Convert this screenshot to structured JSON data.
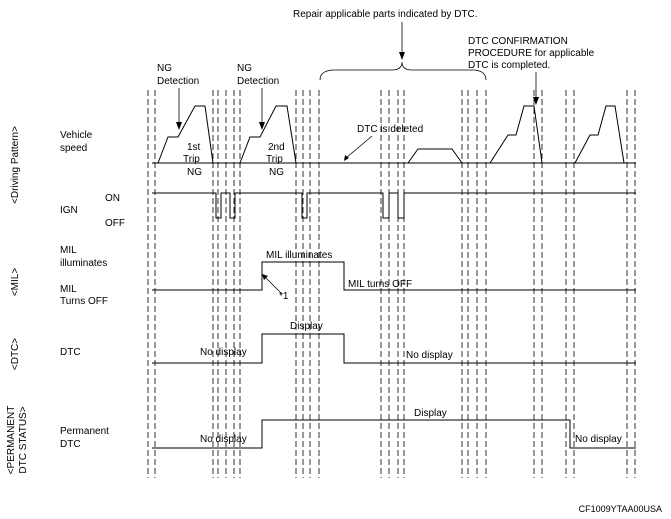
{
  "annotations": {
    "repair": "Repair applicable parts indicated by DTC.",
    "confirm_l1": "DTC CONFIRMATION",
    "confirm_l2": "PROCEDURE for applicable",
    "confirm_l3": "DTC is completed.",
    "ng1_l1": "NG",
    "ng1_l2": "Detection",
    "ng2_l1": "NG",
    "ng2_l2": "Detection",
    "trip1_l1": "1st",
    "trip1_l2": "Trip",
    "trip1_l3": "NG",
    "trip2_l1": "2nd",
    "trip2_l2": "Trip",
    "trip2_l3": "NG",
    "dtc_deleted": "DTC is deleted",
    "note_ref": "*1",
    "figure_code": "CF1009YTAA00USA"
  },
  "sections": {
    "driving": "<Driving Pattern>",
    "mil": "<MIL>",
    "dtc": "<DTC>",
    "permanent_l1": "<PERMANENT",
    "permanent_l2": "DTC STATUS>"
  },
  "rows": {
    "vehicle_speed_l1": "Vehicle",
    "vehicle_speed_l2": "speed",
    "ign": "IGN",
    "ign_on": "ON",
    "ign_off": "OFF",
    "mil_illum_l1": "MIL",
    "mil_illum_l2": "illuminates",
    "mil_off_l1": "MIL",
    "mil_off_l2": "Turns OFF",
    "dtc": "DTC",
    "perm_l1": "Permanent",
    "perm_l2": "DTC"
  },
  "states": {
    "mil_illuminates": "MIL illuminates",
    "mil_turns_off": "MIL turns OFF",
    "dtc_display": "Display",
    "dtc_no_display_1": "No display",
    "dtc_no_display_2": "No display",
    "perm_display": "Display",
    "perm_no_display_1": "No display",
    "perm_no_display_2": "No display"
  }
}
